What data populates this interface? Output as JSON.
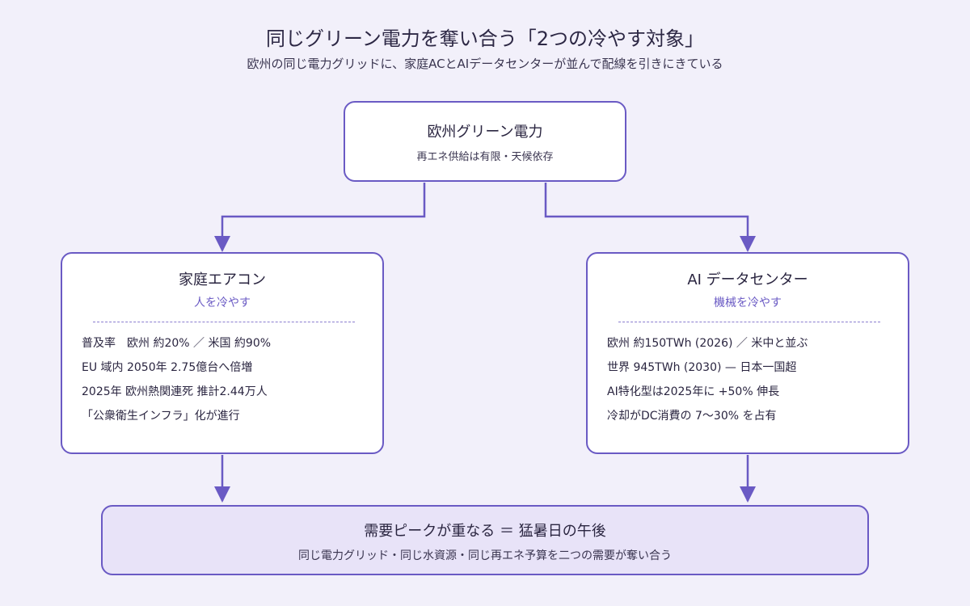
{
  "header": {
    "title": "同じグリーン電力を奪い合う「2つの冷やす対象」",
    "subtitle": "欧州の同じ電力グリッドに、家庭ACとAIデータセンターが並んで配線を引きにきている"
  },
  "source": {
    "title": "欧州グリーン電力",
    "subtitle": "再エネ供給は有限・天候依存"
  },
  "left": {
    "title": "家庭エアコン",
    "subtitle": "人を冷やす",
    "items": [
      "普及率　欧州 約20% ／ 米国 約90%",
      "EU 域内 2050年 2.75億台へ倍増",
      "2025年 欧州熱関連死 推計2.44万人",
      "「公衆衛生インフラ」化が進行"
    ]
  },
  "right": {
    "title": "AI データセンター",
    "subtitle": "機械を冷やす",
    "items": [
      "欧州 約150TWh (2026) ／ 米中と並ぶ",
      "世界 945TWh (2030) — 日本一国超",
      "AI特化型は2025年に +50% 伸長",
      "冷却がDC消費の 7〜30% を占有"
    ]
  },
  "result": {
    "title": "需要ピークが重なる ＝ 猛暑日の午後",
    "subtitle": "同じ電力グリッド・同じ水資源・同じ再エネ予算を二つの需要が奪い合う"
  },
  "colors": {
    "background": "#f2f0fa",
    "accent": "#6a5ac4",
    "result_fill": "#e8e3f8"
  }
}
